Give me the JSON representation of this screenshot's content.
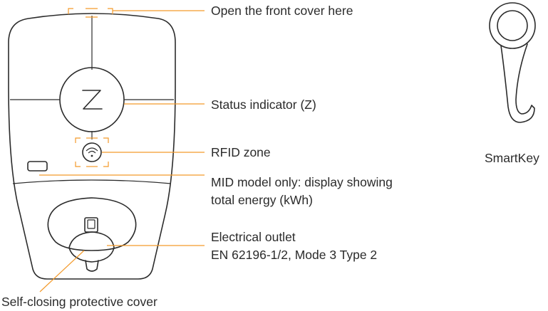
{
  "colors": {
    "accent": "#F39A2B",
    "outline": "#2B2B2B",
    "background": "#FFFFFF"
  },
  "labels": {
    "front_cover": "Open the front cover here",
    "status_indicator": "Status indicator (Z)",
    "rfid_zone": "RFID zone",
    "mid_display_line1": "MID model only: display showing",
    "mid_display_line2": "total energy (kWh)",
    "outlet_line1": "Electrical outlet",
    "outlet_line2": "EN 62196-1/2, Mode 3 Type 2",
    "protective_cover": "Self-closing protective cover",
    "smartkey": "SmartKey"
  },
  "icons": {
    "status": "z-logo-icon",
    "rfid": "wifi-icon",
    "key": "smartkey-icon"
  }
}
